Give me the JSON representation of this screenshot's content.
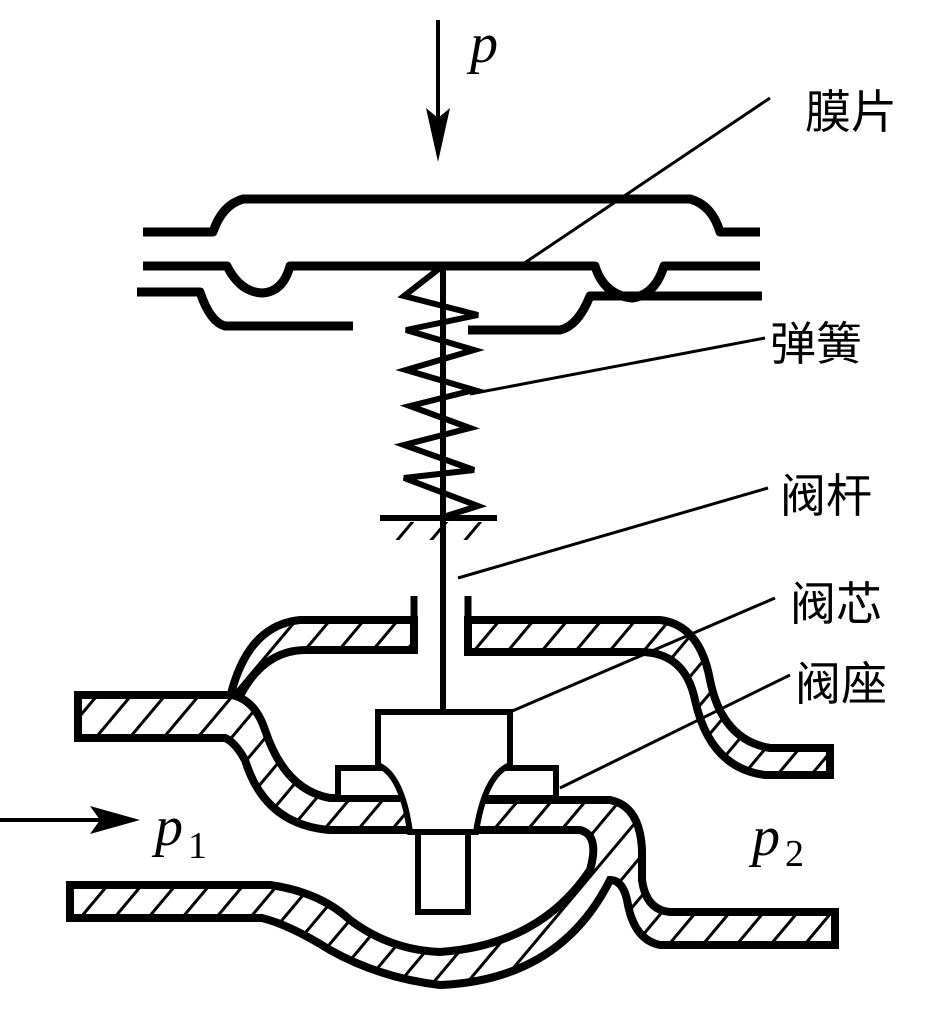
{
  "diagram": {
    "title": "Pneumatic diaphragm control valve",
    "labels": {
      "diaphragm": "膜片",
      "spring": "弹簧",
      "stem": "阀杆",
      "plug": "阀芯",
      "seat": "阀座"
    },
    "pressures": {
      "control": {
        "symbol": "p",
        "subscript": ""
      },
      "inlet": {
        "symbol": "p",
        "subscript": "1"
      },
      "outlet": {
        "symbol": "p",
        "subscript": "2"
      }
    },
    "colors": {
      "line": "#000000",
      "background": "#ffffff"
    }
  }
}
